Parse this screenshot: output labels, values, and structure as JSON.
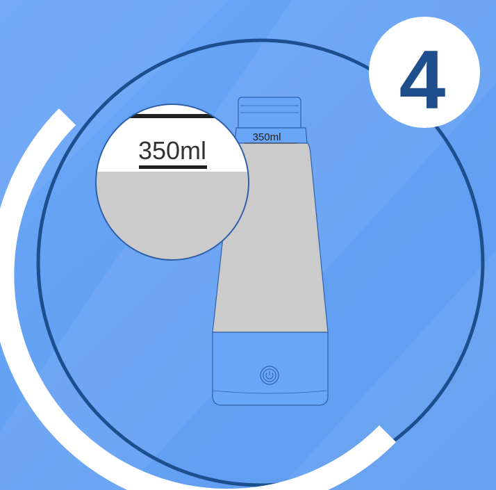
{
  "step_number": "4",
  "bottle_mark_label": "350ml",
  "zoom_mark_label": "350ml",
  "colors": {
    "background": "#66a3f5",
    "ring_dark": "#1c4f8e",
    "arc_white": "#ffffff",
    "water": "#cbcbcb",
    "bottle_outline": "#2f5fa8",
    "step_text": "#1f4e8c"
  },
  "icons": {
    "power_button": "power-icon"
  }
}
